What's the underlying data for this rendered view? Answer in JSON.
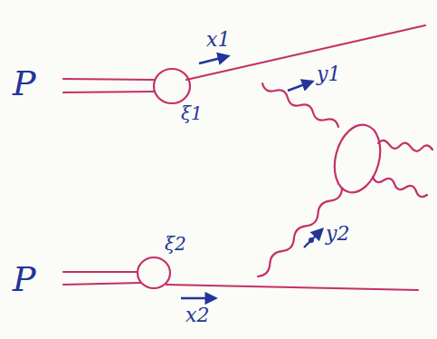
{
  "diagram": {
    "labels": [
      "P",
      "x1",
      "ξ1",
      "y1",
      "ξ2",
      "y2",
      "P",
      "x2"
    ]
  }
}
